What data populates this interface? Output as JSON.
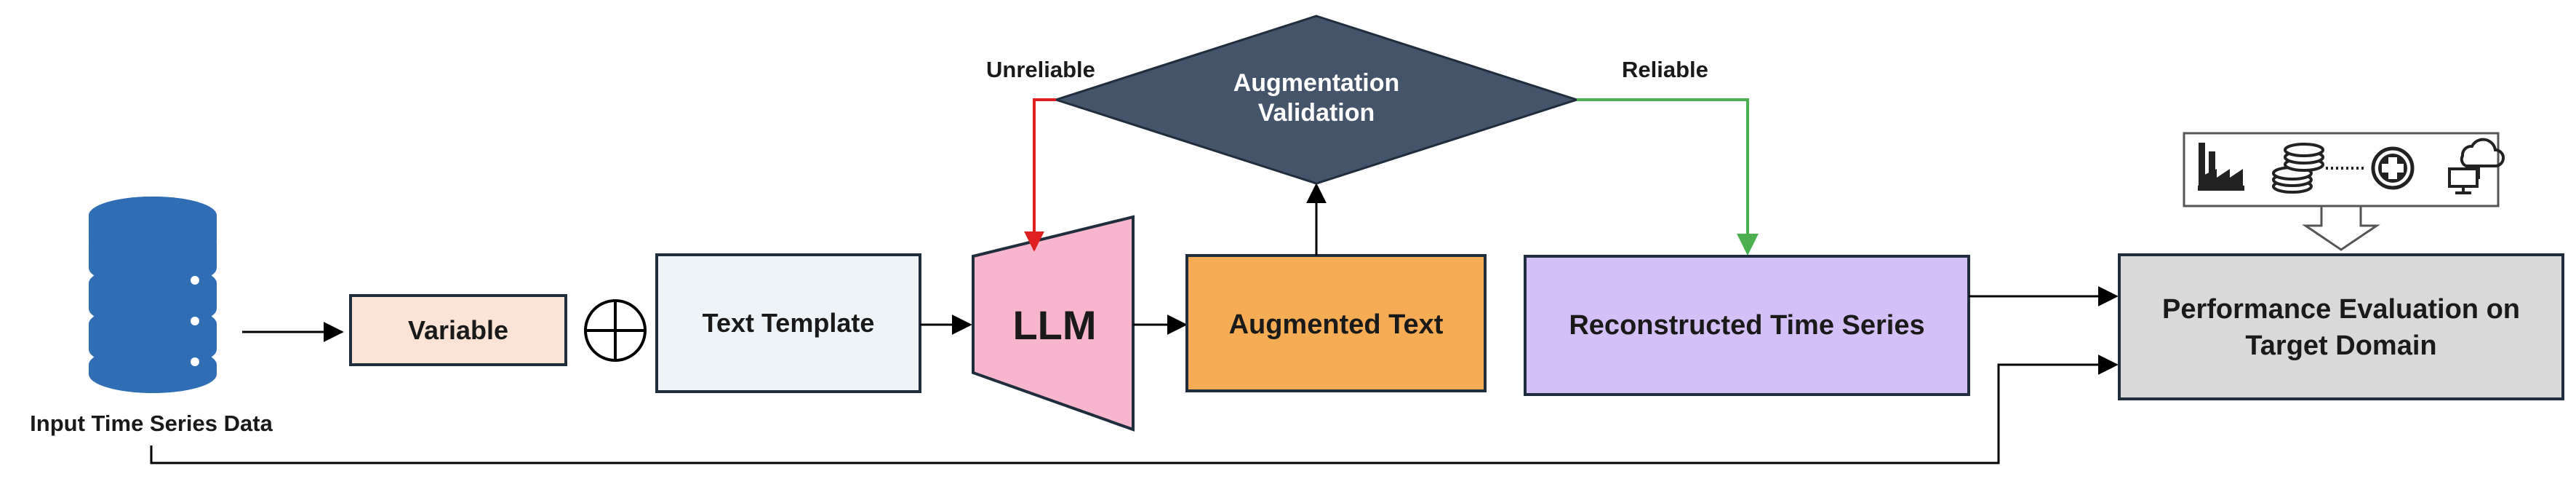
{
  "nodes": {
    "input_data": "Input Time Series Data",
    "variable": "Variable",
    "text_template": "Text Template",
    "llm": "LLM",
    "augmented_text": "Augmented Text",
    "validation_line1": "Augmentation",
    "validation_line2": "Validation",
    "reconstructed": "Reconstructed Time Series",
    "evaluation_line1": "Performance Evaluation on",
    "evaluation_line2": "Target Domain"
  },
  "edges": {
    "unreliable": "Unreliable",
    "reliable": "Reliable"
  },
  "domain_icons": [
    "factory-icon",
    "coins-icon",
    "dots-icon",
    "medical-cross-icon",
    "cloud-computer-icon"
  ],
  "colors": {
    "variable_fill": "#fbe4d6",
    "template_fill": "#eef3f8",
    "llm_fill": "#f7b6cd",
    "augmented_fill": "#f5ac55",
    "validation_fill": "#44546a",
    "reconstructed_fill": "#d5bff7",
    "evaluation_fill": "#d9d9d9",
    "database_fill": "#2f6db5",
    "unreliable_edge": "#e02020",
    "reliable_edge": "#4caf50"
  }
}
